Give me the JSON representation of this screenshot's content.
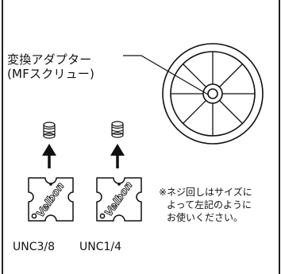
{
  "adapter": {
    "title": "変換アダプター",
    "subtitle": "(MFスクリュー)"
  },
  "plates": [
    {
      "caption": "UNC3/8",
      "logo": "Velbon"
    },
    {
      "caption": "UNC1/4",
      "logo": "Velbon"
    }
  ],
  "note": {
    "line1": "※ネジ回しはサイズに",
    "line2": "よって左記のように",
    "line3": "お使いください。"
  }
}
